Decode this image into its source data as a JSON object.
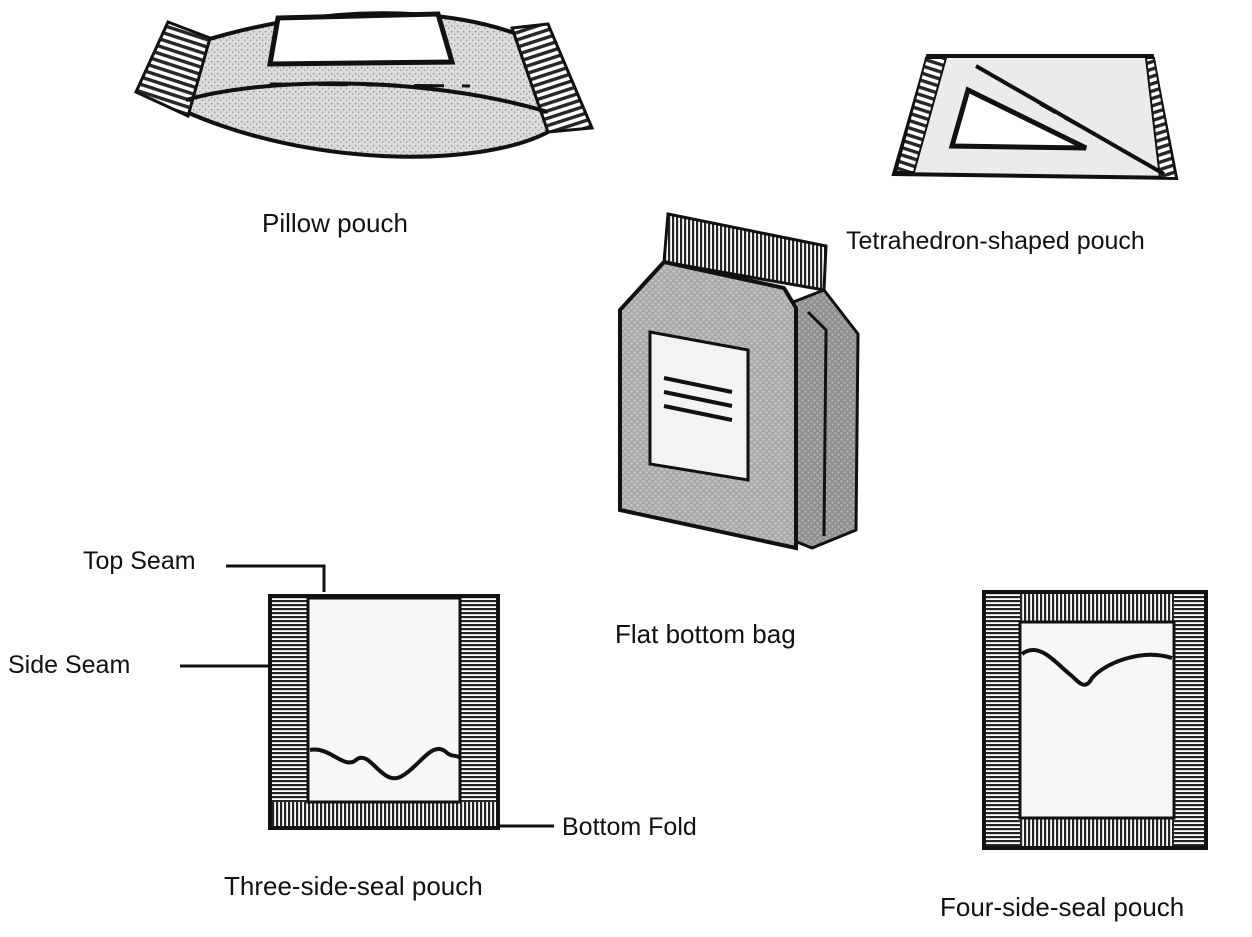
{
  "diagram": {
    "pillow_pouch_label": "Pillow pouch",
    "tetrahedron_pouch_label": "Tetrahedron-shaped pouch",
    "flat_bottom_bag_label": "Flat bottom bag",
    "three_side_seal_label": "Three-side-seal pouch",
    "four_side_seal_label": "Four-side-seal pouch",
    "annotations": {
      "top_seam": "Top Seam",
      "side_seam": "Side Seam",
      "bottom_fold": "Bottom Fold"
    }
  },
  "colors": {
    "ink": "#111111",
    "film": "#e4e4e4",
    "bag_body": "#b9b9b9",
    "seal": "#262626",
    "label_panel": "#f3f3f3"
  }
}
